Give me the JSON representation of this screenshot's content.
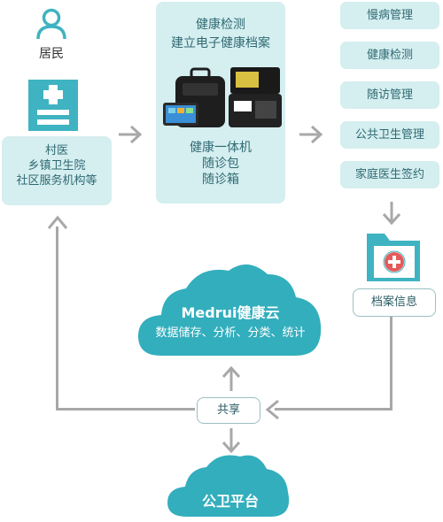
{
  "resident": {
    "label": "居民",
    "icon": "person-icon"
  },
  "org": {
    "icon": "hospital-icon",
    "lines": [
      "村医",
      "乡镇卫生院",
      "社区服务机构等"
    ]
  },
  "health_check": {
    "title": "健康检测",
    "subtitle": "建立电子健康档案",
    "devices": [
      "健康一体机",
      "随诊包",
      "随诊箱"
    ]
  },
  "services": [
    "慢病管理",
    "健康检测",
    "随访管理",
    "公共卫生管理",
    "家庭医生签约"
  ],
  "archive": {
    "label": "档案信息",
    "icon": "medical-folder-icon"
  },
  "cloud": {
    "title": "Medrui健康云",
    "subtitle": "数据储存、分析、分类、统计"
  },
  "share": {
    "label": "共享"
  },
  "platform": {
    "label": "公卫平台"
  },
  "colors": {
    "panel": "#d5eef0",
    "accent": "#3fb3c1",
    "cloud": "#33aebd",
    "arrow": "#a8a8a8",
    "red": "#e35b5b"
  }
}
